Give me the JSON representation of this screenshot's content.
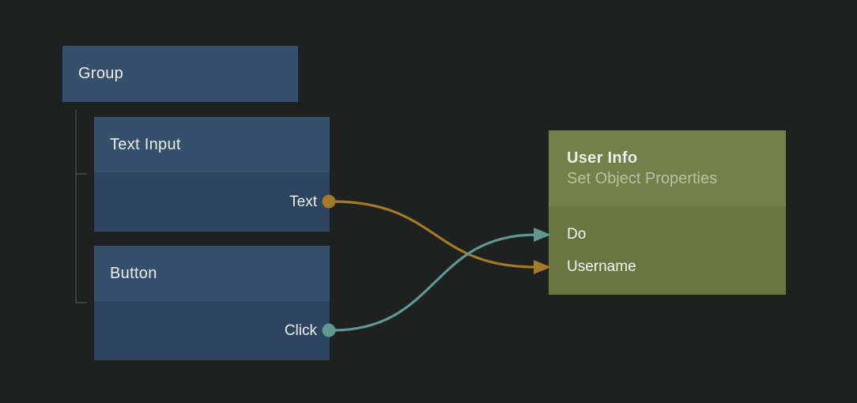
{
  "editor": {
    "background": "#1F2020",
    "kind": "visual-programming node graph"
  },
  "colors": {
    "node_header_blue": "#35506C",
    "node_body_blue": "#2D4560",
    "node_header_olive": "#738049",
    "node_body_olive": "#697641",
    "wire_orange": "#A27A28",
    "wire_teal": "#5E9891",
    "bracket_gray": "#4A4A4A",
    "title_text": "#EDEDEB",
    "subtitle_text": "#B9C0A4"
  },
  "nodes": {
    "group": {
      "title": "Group"
    },
    "text_input": {
      "title": "Text Input",
      "outputs": {
        "text": "Text"
      }
    },
    "button": {
      "title": "Button",
      "outputs": {
        "click": "Click"
      }
    },
    "user_info": {
      "title": "User Info",
      "subtitle": "Set Object Properties",
      "inputs": {
        "do": "Do",
        "username": "Username"
      }
    }
  },
  "hierarchy": {
    "parent": "Group",
    "children": [
      "Text Input",
      "Button"
    ]
  },
  "connections": [
    {
      "from_node": "Text Input",
      "from_port": "Text",
      "to_node": "User Info",
      "to_port": "Username",
      "color": "#A27A28"
    },
    {
      "from_node": "Button",
      "from_port": "Click",
      "to_node": "User Info",
      "to_port": "Do",
      "color": "#5E9891"
    }
  ]
}
